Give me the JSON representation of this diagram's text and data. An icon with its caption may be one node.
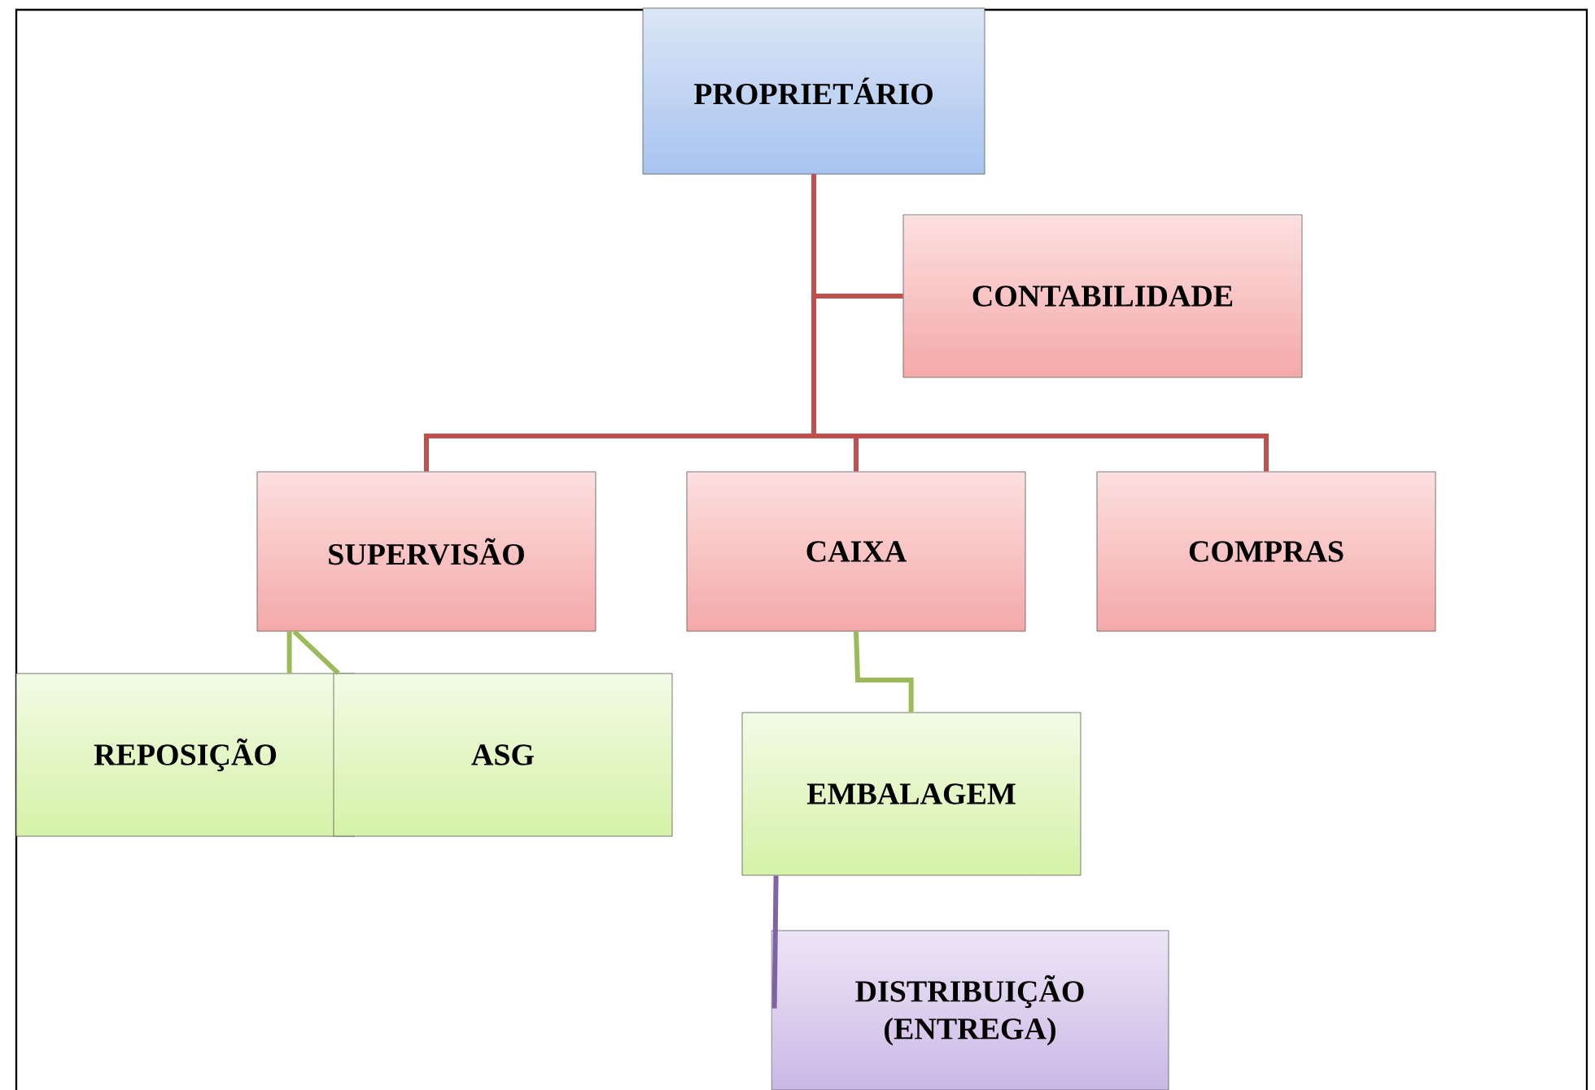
{
  "diagram": {
    "nodes": [
      {
        "text": [
          "PROPRIETÁRIO"
        ]
      },
      {
        "text": [
          "CONTABILIDADE"
        ]
      },
      {
        "text": [
          "SUPERVISÃO"
        ]
      },
      {
        "text": [
          "CAIXA"
        ]
      },
      {
        "text": [
          "COMPRAS"
        ]
      },
      {
        "text": [
          "REPOSIÇÃO"
        ]
      },
      {
        "text": [
          "ASG"
        ]
      },
      {
        "text": [
          "EMBALAGEM"
        ]
      },
      {
        "text": [
          "DISTRIBUIÇÃO (ENTREGA)"
        ]
      }
    ],
    "edges": [
      {
        "from": 0,
        "to": 1,
        "arrow": "none"
      },
      {
        "from": 0,
        "to": 2,
        "arrow": "none"
      },
      {
        "from": 0,
        "to": 3,
        "arrow": "none"
      },
      {
        "from": 0,
        "to": 4,
        "arrow": "none"
      },
      {
        "from": 2,
        "to": 5,
        "arrow": "none",
        "color": "#9bbb59"
      },
      {
        "from": 2,
        "to": 6,
        "arrow": "none",
        "color": "#9bbb59"
      },
      {
        "from": 3,
        "to": 7,
        "arrow": "none",
        "color": "#9bbb59"
      },
      {
        "from": 7,
        "to": 8,
        "arrow": "none",
        "color": "#8064a2"
      }
    ]
  }
}
